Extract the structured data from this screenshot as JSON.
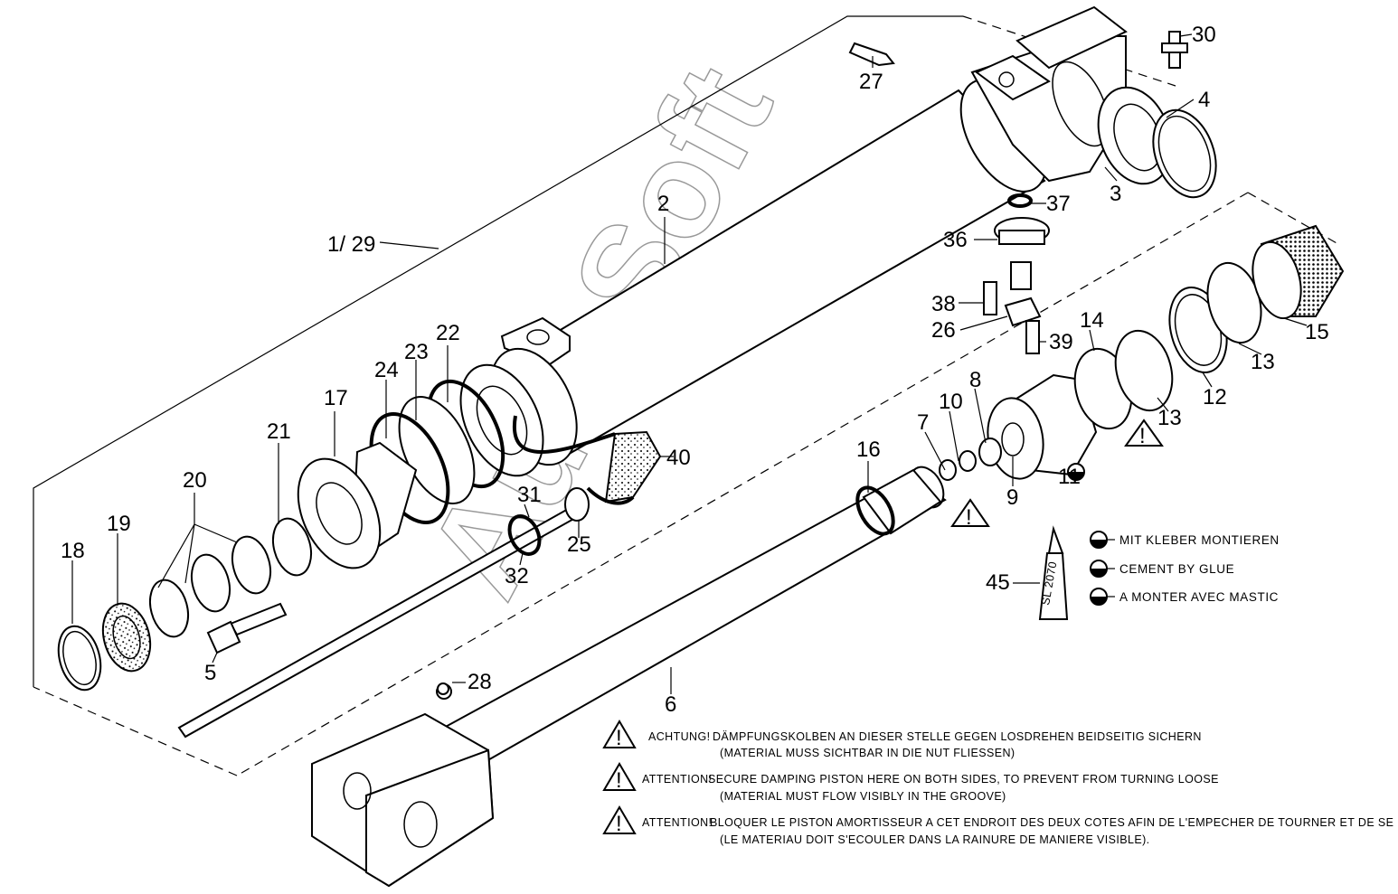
{
  "watermark": "AutoSoft",
  "labels": {
    "p1_29": "1/ 29",
    "p2": "2",
    "p3": "3",
    "p4": "4",
    "p5": "5",
    "p6": "6",
    "p7": "7",
    "p8": "8",
    "p9": "9",
    "p10": "10",
    "p11": "11",
    "p12": "12",
    "p13a": "13",
    "p13b": "13",
    "p14": "14",
    "p15": "15",
    "p16": "16",
    "p17": "17",
    "p18": "18",
    "p19": "19",
    "p20": "20",
    "p21": "21",
    "p22": "22",
    "p23": "23",
    "p24": "24",
    "p25": "25",
    "p26": "26",
    "p27": "27",
    "p28": "28",
    "p30": "30",
    "p31": "31",
    "p32": "32",
    "p36": "36",
    "p37": "37",
    "p38": "38",
    "p39": "39",
    "p40": "40",
    "p45": "45"
  },
  "tube_label": "SL 2070",
  "legend": {
    "de": "MIT KLEBER MONTIEREN",
    "en": "CEMENT BY GLUE",
    "fr": "A MONTER AVEC MASTIC"
  },
  "warnings": [
    {
      "prefix": "ACHTUNG!",
      "line1": "DÄMPFUNGSKOLBEN AN DIESER STELLE GEGEN LOSDREHEN BEIDSEITIG SICHERN",
      "line2": "(MATERIAL MUSS SICHTBAR IN DIE NUT FLIESSEN)"
    },
    {
      "prefix": "ATTENTION!",
      "line1": "SECURE DAMPING PISTON HERE ON BOTH SIDES, TO PREVENT FROM TURNING LOOSE",
      "line2": "(MATERIAL MUST FLOW VISIBLY IN THE GROOVE)"
    },
    {
      "prefix": "ATTENTION!",
      "line1": "BLOQUER LE PISTON AMORTISSEUR A CET ENDROIT DES DEUX COTES AFIN DE L'EMPECHER DE TOURNER ET DE SE DETACHER",
      "line2": "(LE MATERIAU DOIT S'ECOULER DANS LA RAINURE DE MANIERE VISIBLE)."
    }
  ],
  "colors": {
    "line": "#000000",
    "background": "#ffffff",
    "watermark": "#999999"
  }
}
